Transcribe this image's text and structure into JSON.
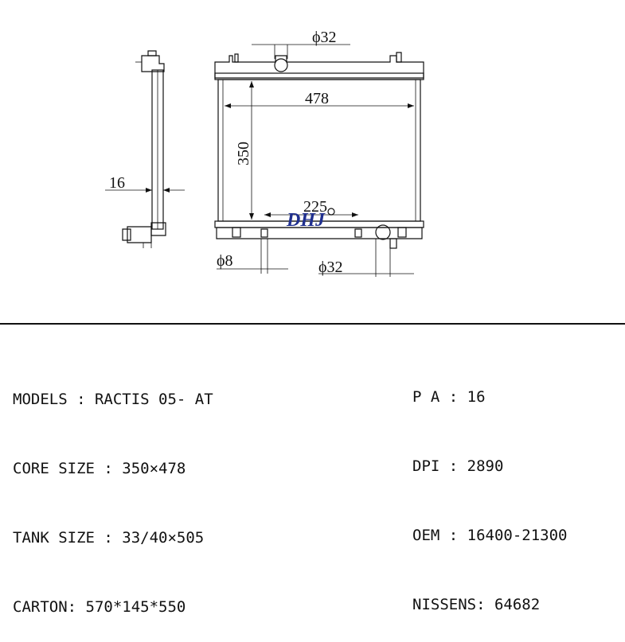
{
  "drawing": {
    "dims": {
      "inlet_diameter": "ϕ32",
      "core_width": "478",
      "core_height": "350",
      "core_thickness": "16",
      "mount_spacing": "225",
      "drain_diameter": "ϕ8",
      "outlet_diameter": "ϕ32"
    },
    "watermark": "DHJ"
  },
  "specs_left": [
    {
      "label": "MODELS : ",
      "value": "RACTIS 05- AT"
    },
    {
      "label": "CORE SIZE : ",
      "value": "350×478"
    },
    {
      "label": "TANK SIZE : ",
      "value": "33/40×505"
    },
    {
      "label": "CARTON: ",
      "value": "570*145*550"
    }
  ],
  "specs_right": [
    {
      "label": "P A : ",
      "value": "16"
    },
    {
      "label": "DPI : ",
      "value": "2890"
    },
    {
      "label": "OEM : ",
      "value": "16400-21300"
    },
    {
      "label": "NISSENS: ",
      "value": "64682"
    }
  ]
}
